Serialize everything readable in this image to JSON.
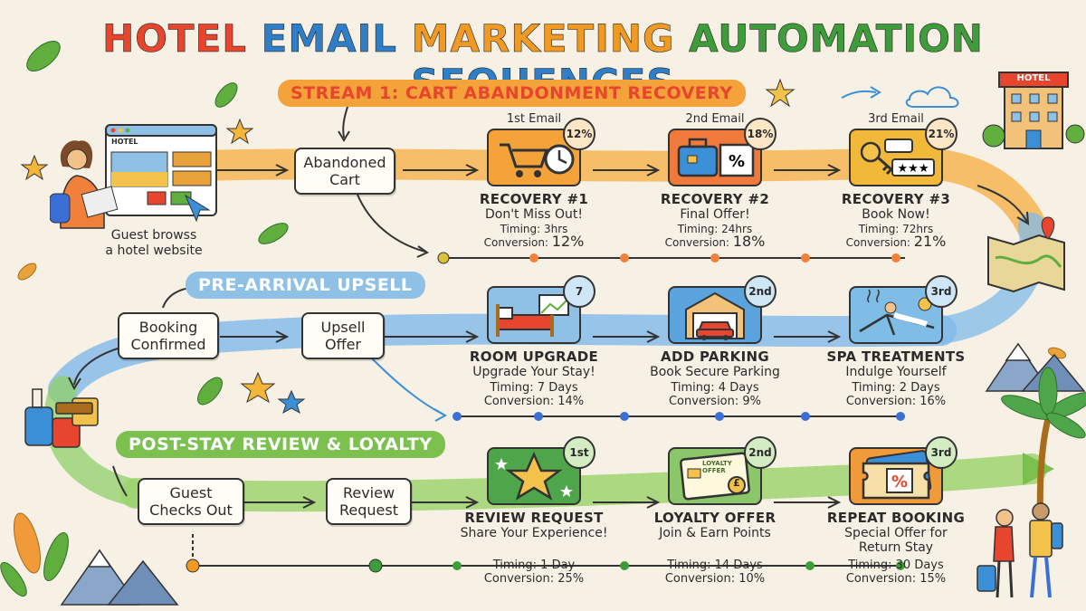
{
  "title": {
    "words": [
      {
        "text": "HOTEL",
        "color": "#e8452e"
      },
      {
        "text": "EMAIL",
        "color": "#2f7fc8"
      },
      {
        "text": "MARKETING",
        "color": "#f09a23"
      },
      {
        "text": "AUTOMATION",
        "color": "#3f9c3a"
      },
      {
        "text": "SEQUENCES",
        "color": "#2f7fc8"
      }
    ]
  },
  "guest": {
    "caption_line1": "Guest browss",
    "caption_line2": "a hotel website",
    "browser_label": "HOTEL"
  },
  "hotel_sign": "HOTEL",
  "stream1": {
    "label": "STREAM 1: CART ABANDONMENT RECOVERY",
    "color": "#f08a24",
    "start_box": {
      "line1": "Abandoned",
      "line2": "Cart"
    },
    "emails": [
      {
        "label": "1st Email",
        "badge": "12%",
        "name": "RECOVERY #1",
        "sub": "Don't Miss Out!",
        "timing": "Timing: 3hrs",
        "conversion_label": "Conversion:",
        "conversion": "12%",
        "icon": "cart-clock-icon",
        "tile": "#f4a23a"
      },
      {
        "label": "2nd Email",
        "badge": "18%",
        "name": "RECOVERY #2",
        "sub": "Final Offer!",
        "timing": "Timing: 24hrs",
        "conversion_label": "Conversion:",
        "conversion": "18%",
        "icon": "suitcase-discount-icon",
        "tile": "#ef7a3c"
      },
      {
        "label": "3rd Email",
        "badge": "21%",
        "name": "RECOVERY #3",
        "sub": "Book Now!",
        "timing": "Timing: 72hrs",
        "conversion_label": "Conversion:",
        "conversion": "21%",
        "icon": "key-stars-icon",
        "tile": "#f2b83a"
      }
    ]
  },
  "stream2": {
    "label": "PRE-ARRIVAL UPSELL",
    "color": "#3b8fd6",
    "box1": {
      "line1": "Booking",
      "line2": "Confirmed"
    },
    "box2": {
      "line1": "Upsell",
      "line2": "Offer"
    },
    "emails": [
      {
        "label": "",
        "badge": "7",
        "name": "ROOM UPGRADE",
        "sub": "Upgrade Your Stay!",
        "timing": "Timing: 7 Days",
        "conversion": "Conversion: 14%",
        "icon": "bed-icon",
        "tile": "#8fc1e6"
      },
      {
        "label": "",
        "badge": "2nd",
        "name": "ADD PARKING",
        "sub": "Book Secure Parking",
        "timing": "Timing: 4 Days",
        "conversion": "Conversion: 9%",
        "icon": "garage-car-icon",
        "tile": "#5aa3dd"
      },
      {
        "label": "",
        "badge": "3rd",
        "name": "SPA TREATMENTS",
        "sub": "Indulge Yourself",
        "timing": "Timing: 2 Days",
        "conversion": "Conversion: 16%",
        "icon": "spa-icon",
        "tile": "#7fbce6"
      }
    ]
  },
  "stream3": {
    "label": "POST-STAY REVIEW & LOYALTY",
    "color": "#5fae3e",
    "box1": {
      "line1": "Guest",
      "line2": "Checks Out"
    },
    "box2": {
      "line1": "Review",
      "line2": "Request"
    },
    "emails": [
      {
        "label": "",
        "badge": "1st",
        "name": "REVIEW REQUEST",
        "sub": "Share Your Experience!",
        "sub2": "",
        "timing": "Timing: 1 Day",
        "conversion": "Conversion: 25%",
        "icon": "star-icon",
        "tile": "#4fa64a"
      },
      {
        "label": "",
        "badge": "2nd",
        "name": "LOYALTY OFFER",
        "sub": "Join & Earn Points",
        "sub2": "",
        "timing": "Timing: 14 Days",
        "conversion": "Conversion: 10%",
        "icon": "loyalty-card-icon",
        "tile": "#8cc66a",
        "card_text": "LOYALTY OFFER",
        "coin": "£"
      },
      {
        "label": "",
        "badge": "3rd",
        "name": "REPEAT BOOKING",
        "sub": "Special Offer for",
        "sub2": "Return Stay",
        "timing": "Timing: 30 Days",
        "conversion": "Conversion: 15%",
        "icon": "ticket-percent-icon",
        "tile": "#f09a3a"
      }
    ]
  }
}
